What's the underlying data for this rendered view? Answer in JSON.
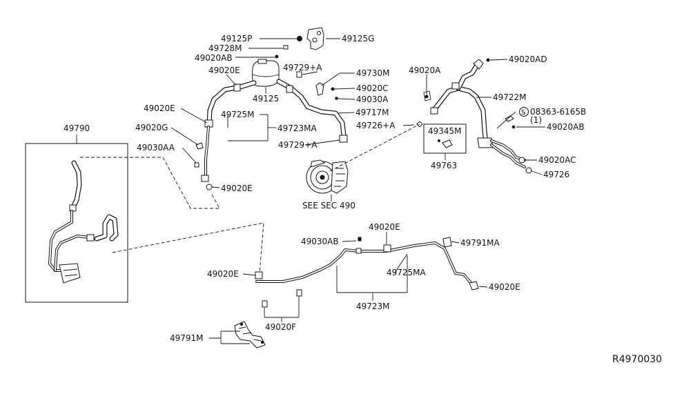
{
  "labels": {
    "p49125P": "49125P",
    "p49125G": "49125G",
    "p49728M": "49728M",
    "p49020AB_top": "49020AB",
    "p49020E_a": "49020E",
    "p49729A_a": "49729+A",
    "p49730M": "49730M",
    "p49125": "49125",
    "p49020C": "49020C",
    "p49030A": "49030A",
    "p49717M": "49717M",
    "p49020E_b": "49020E",
    "p49725M_a": "49725M",
    "p49723MA": "49723MA",
    "p49020G": "49020G",
    "p49729A_b": "49729+A",
    "p49030AA": "49030AA",
    "p49020E_c": "49020E",
    "p49790": "49790",
    "p49020A": "49020A",
    "p49020AD": "49020AD",
    "p49722M": "49722M",
    "p49726A": "49726+A",
    "p49345M": "49345M",
    "p08363": "08363-6165B",
    "p08363_qty": "(1)",
    "p08363_circle": "S",
    "p49020AB_r": "49020AB",
    "p49763": "49763",
    "p49020AC": "49020AC",
    "p49726": "49726",
    "see_sec": "SEE SEC 490",
    "p49020E_d": "49020E",
    "p49030AB": "49030AB",
    "p49791MA": "49791MA",
    "p49020E_e": "49020E",
    "p49725MA": "49725MA",
    "p49020E_f": "49020E",
    "p49723M": "49723M",
    "p49020F": "49020F",
    "p49791M": "49791M",
    "ref": "R4970030"
  }
}
